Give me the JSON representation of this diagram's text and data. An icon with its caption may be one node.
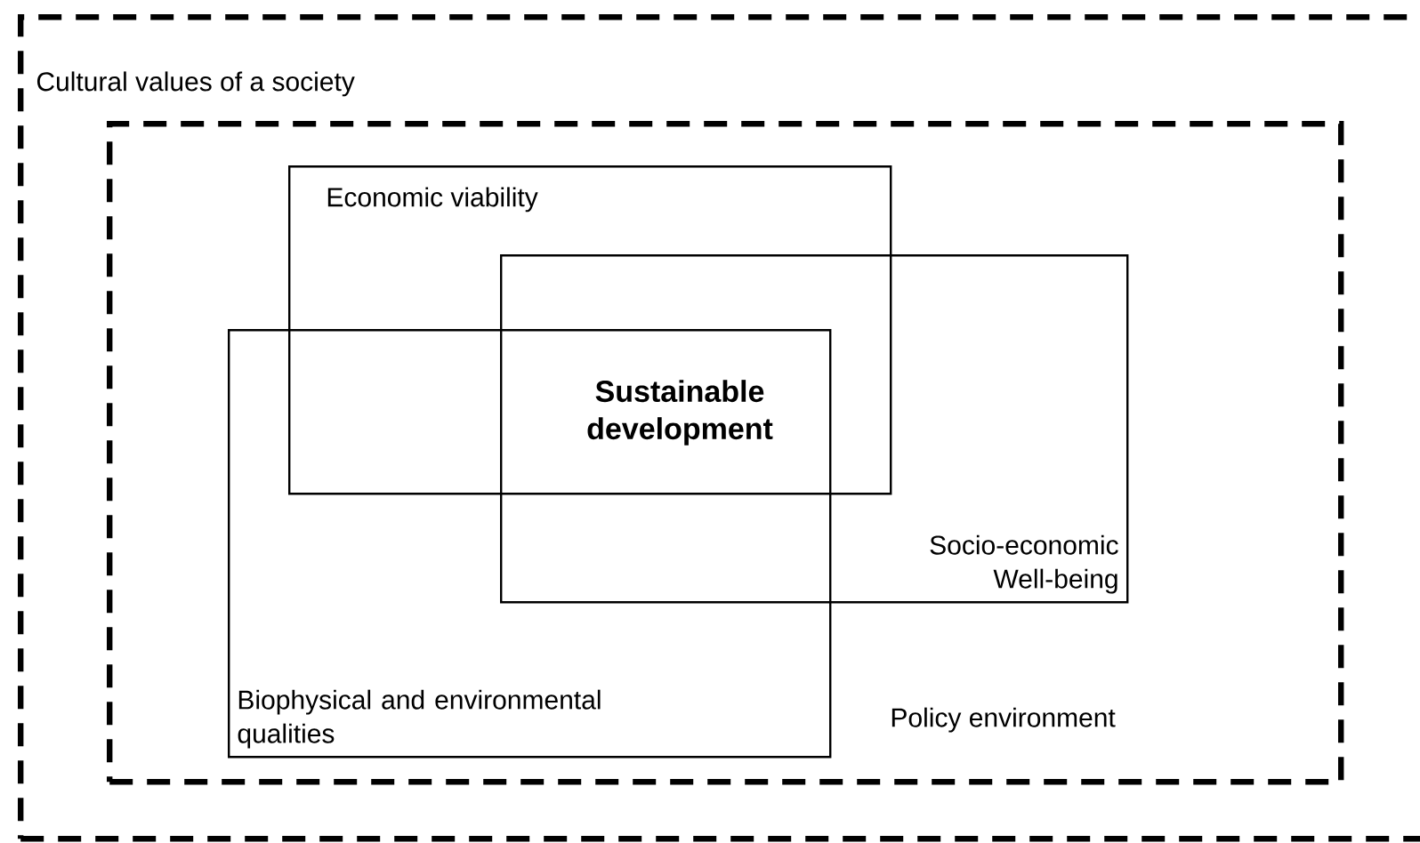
{
  "diagram": {
    "nodes": [
      {
        "text": [
          "Cultural values of a society"
        ]
      },
      {
        "text": [
          "Policy environment"
        ],
        "in": 0
      },
      {
        "text": [
          "Economic viability"
        ],
        "in": 1
      },
      {
        "text": [
          "Socio-economic Well-being"
        ],
        "in": 1
      },
      {
        "text": [
          "Biophysical and environmental qualities"
        ],
        "in": 1
      }
    ],
    "labels": [
      "Sustainable development"
    ]
  }
}
